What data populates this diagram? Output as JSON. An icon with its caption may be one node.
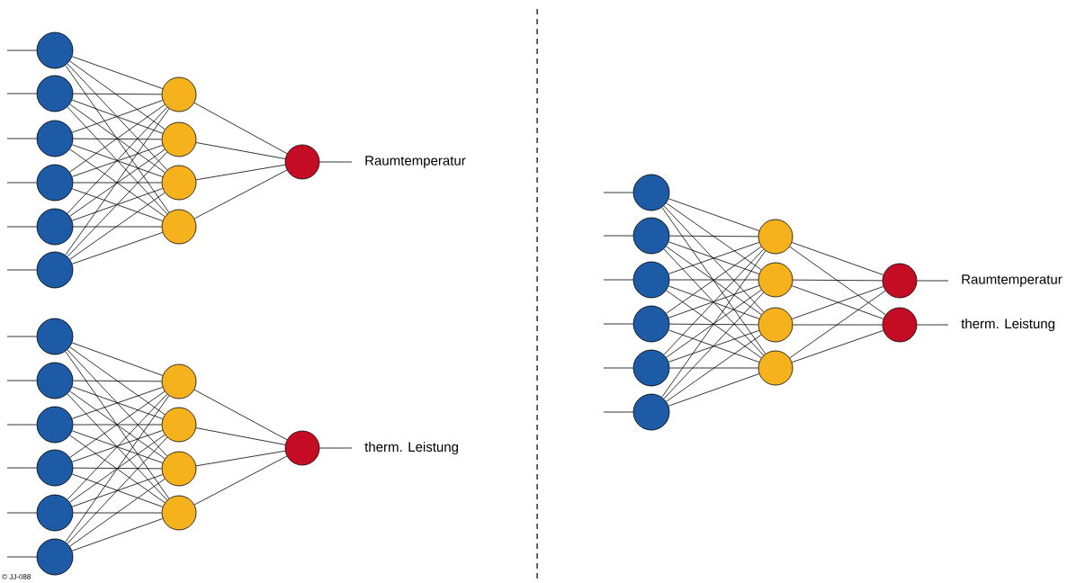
{
  "diagram": {
    "nodes": [
      {
        "text": [],
        "shape": "circle"
      },
      {
        "text": [],
        "shape": "circle"
      },
      {
        "text": [],
        "shape": "circle"
      },
      {
        "text": [],
        "shape": "circle"
      },
      {
        "text": [],
        "shape": "circle"
      },
      {
        "text": [],
        "shape": "circle"
      },
      {
        "text": [],
        "shape": "circle"
      },
      {
        "text": [],
        "shape": "circle"
      },
      {
        "text": [],
        "shape": "circle"
      },
      {
        "text": [],
        "shape": "circle"
      },
      {
        "text": [],
        "shape": "circle"
      },
      {
        "text": [
          "Raumtemperatur"
        ]
      },
      {
        "text": [],
        "shape": "circle"
      },
      {
        "text": [],
        "shape": "circle"
      },
      {
        "text": [],
        "shape": "circle"
      },
      {
        "text": [],
        "shape": "circle"
      },
      {
        "text": [],
        "shape": "circle"
      },
      {
        "text": [],
        "shape": "circle"
      },
      {
        "text": [],
        "shape": "circle"
      },
      {
        "text": [],
        "shape": "circle"
      },
      {
        "text": [],
        "shape": "circle"
      },
      {
        "text": [],
        "shape": "circle"
      },
      {
        "text": [],
        "shape": "circle"
      },
      {
        "text": [
          "therm. Leistung"
        ]
      },
      {
        "text": [],
        "shape": "circle"
      },
      {
        "text": [],
        "shape": "circle"
      },
      {
        "text": [],
        "shape": "circle"
      },
      {
        "text": [],
        "shape": "circle"
      },
      {
        "text": [],
        "shape": "circle"
      },
      {
        "text": [],
        "shape": "circle"
      },
      {
        "text": [],
        "shape": "circle"
      },
      {
        "text": [],
        "shape": "circle"
      },
      {
        "text": [],
        "shape": "circle"
      },
      {
        "text": [],
        "shape": "circle"
      },
      {
        "text": [],
        "shape": "circle"
      },
      {
        "text": [],
        "shape": "circle"
      },
      {
        "text": [
          "Raumtemperatur"
        ]
      },
      {
        "text": [
          "therm. Leistung"
        ]
      }
    ],
    "edges": [
      {
        "from": null,
        "to": 0,
        "arrow": "none"
      },
      {
        "from": null,
        "to": 1,
        "arrow": "none"
      },
      {
        "from": null,
        "to": 2,
        "arrow": "none"
      },
      {
        "from": null,
        "to": 3,
        "arrow": "none"
      },
      {
        "from": null,
        "to": 4,
        "arrow": "none"
      },
      {
        "from": null,
        "to": 5,
        "arrow": "none"
      },
      {
        "from": 0,
        "to": 6,
        "arrow": "none"
      },
      {
        "from": 0,
        "to": 7,
        "arrow": "none"
      },
      {
        "from": 0,
        "to": 8,
        "arrow": "none"
      },
      {
        "from": 0,
        "to": 9,
        "arrow": "none"
      },
      {
        "from": 1,
        "to": 6,
        "arrow": "none"
      },
      {
        "from": 1,
        "to": 7,
        "arrow": "none"
      },
      {
        "from": 1,
        "to": 8,
        "arrow": "none"
      },
      {
        "from": 1,
        "to": 9,
        "arrow": "none"
      },
      {
        "from": 2,
        "to": 6,
        "arrow": "none"
      },
      {
        "from": 2,
        "to": 7,
        "arrow": "none"
      },
      {
        "from": 2,
        "to": 8,
        "arrow": "none"
      },
      {
        "from": 2,
        "to": 9,
        "arrow": "none"
      },
      {
        "from": 3,
        "to": 6,
        "arrow": "none"
      },
      {
        "from": 3,
        "to": 7,
        "arrow": "none"
      },
      {
        "from": 3,
        "to": 8,
        "arrow": "none"
      },
      {
        "from": 3,
        "to": 9,
        "arrow": "none"
      },
      {
        "from": 4,
        "to": 6,
        "arrow": "none"
      },
      {
        "from": 4,
        "to": 7,
        "arrow": "none"
      },
      {
        "from": 4,
        "to": 8,
        "arrow": "none"
      },
      {
        "from": 4,
        "to": 9,
        "arrow": "none"
      },
      {
        "from": 5,
        "to": 6,
        "arrow": "none"
      },
      {
        "from": 5,
        "to": 7,
        "arrow": "none"
      },
      {
        "from": 5,
        "to": 8,
        "arrow": "none"
      },
      {
        "from": 5,
        "to": 9,
        "arrow": "none"
      },
      {
        "from": 6,
        "to": 10,
        "arrow": "none"
      },
      {
        "from": 7,
        "to": 10,
        "arrow": "none"
      },
      {
        "from": 8,
        "to": 10,
        "arrow": "none"
      },
      {
        "from": 9,
        "to": 10,
        "arrow": "none"
      },
      {
        "from": 10,
        "to": 11,
        "arrow": "none"
      },
      {
        "from": null,
        "to": 12,
        "arrow": "none"
      },
      {
        "from": null,
        "to": 13,
        "arrow": "none"
      },
      {
        "from": null,
        "to": 14,
        "arrow": "none"
      },
      {
        "from": null,
        "to": 15,
        "arrow": "none"
      },
      {
        "from": null,
        "to": 16,
        "arrow": "none"
      },
      {
        "from": null,
        "to": 17,
        "arrow": "none"
      },
      {
        "from": 12,
        "to": 18,
        "arrow": "none"
      },
      {
        "from": 12,
        "to": 19,
        "arrow": "none"
      },
      {
        "from": 12,
        "to": 20,
        "arrow": "none"
      },
      {
        "from": 12,
        "to": 21,
        "arrow": "none"
      },
      {
        "from": 13,
        "to": 18,
        "arrow": "none"
      },
      {
        "from": 13,
        "to": 19,
        "arrow": "none"
      },
      {
        "from": 13,
        "to": 20,
        "arrow": "none"
      },
      {
        "from": 13,
        "to": 21,
        "arrow": "none"
      },
      {
        "from": 14,
        "to": 18,
        "arrow": "none"
      },
      {
        "from": 14,
        "to": 19,
        "arrow": "none"
      },
      {
        "from": 14,
        "to": 20,
        "arrow": "none"
      },
      {
        "from": 14,
        "to": 21,
        "arrow": "none"
      },
      {
        "from": 15,
        "to": 18,
        "arrow": "none"
      },
      {
        "from": 15,
        "to": 19,
        "arrow": "none"
      },
      {
        "from": 15,
        "to": 20,
        "arrow": "none"
      },
      {
        "from": 15,
        "to": 21,
        "arrow": "none"
      },
      {
        "from": 16,
        "to": 18,
        "arrow": "none"
      },
      {
        "from": 16,
        "to": 19,
        "arrow": "none"
      },
      {
        "from": 16,
        "to": 20,
        "arrow": "none"
      },
      {
        "from": 16,
        "to": 21,
        "arrow": "none"
      },
      {
        "from": 17,
        "to": 18,
        "arrow": "none"
      },
      {
        "from": 17,
        "to": 19,
        "arrow": "none"
      },
      {
        "from": 17,
        "to": 20,
        "arrow": "none"
      },
      {
        "from": 17,
        "to": 21,
        "arrow": "none"
      },
      {
        "from": 18,
        "to": 22,
        "arrow": "none"
      },
      {
        "from": 19,
        "to": 22,
        "arrow": "none"
      },
      {
        "from": 20,
        "to": 22,
        "arrow": "none"
      },
      {
        "from": 21,
        "to": 22,
        "arrow": "none"
      },
      {
        "from": 22,
        "to": 23,
        "arrow": "none"
      },
      {
        "from": null,
        "to": 24,
        "arrow": "none"
      },
      {
        "from": null,
        "to": 25,
        "arrow": "none"
      },
      {
        "from": null,
        "to": 26,
        "arrow": "none"
      },
      {
        "from": null,
        "to": 27,
        "arrow": "none"
      },
      {
        "from": null,
        "to": 28,
        "arrow": "none"
      },
      {
        "from": null,
        "to": 29,
        "arrow": "none"
      },
      {
        "from": 24,
        "to": 30,
        "arrow": "none"
      },
      {
        "from": 24,
        "to": 31,
        "arrow": "none"
      },
      {
        "from": 24,
        "to": 32,
        "arrow": "none"
      },
      {
        "from": 24,
        "to": 33,
        "arrow": "none"
      },
      {
        "from": 25,
        "to": 30,
        "arrow": "none"
      },
      {
        "from": 25,
        "to": 31,
        "arrow": "none"
      },
      {
        "from": 25,
        "to": 32,
        "arrow": "none"
      },
      {
        "from": 25,
        "to": 33,
        "arrow": "none"
      },
      {
        "from": 26,
        "to": 30,
        "arrow": "none"
      },
      {
        "from": 26,
        "to": 31,
        "arrow": "none"
      },
      {
        "from": 26,
        "to": 32,
        "arrow": "none"
      },
      {
        "from": 26,
        "to": 33,
        "arrow": "none"
      },
      {
        "from": 27,
        "to": 30,
        "arrow": "none"
      },
      {
        "from": 27,
        "to": 31,
        "arrow": "none"
      },
      {
        "from": 27,
        "to": 32,
        "arrow": "none"
      },
      {
        "from": 27,
        "to": 33,
        "arrow": "none"
      },
      {
        "from": 28,
        "to": 30,
        "arrow": "none"
      },
      {
        "from": 28,
        "to": 31,
        "arrow": "none"
      },
      {
        "from": 28,
        "to": 32,
        "arrow": "none"
      },
      {
        "from": 28,
        "to": 33,
        "arrow": "none"
      },
      {
        "from": 29,
        "to": 30,
        "arrow": "none"
      },
      {
        "from": 29,
        "to": 31,
        "arrow": "none"
      },
      {
        "from": 29,
        "to": 32,
        "arrow": "none"
      },
      {
        "from": 29,
        "to": 33,
        "arrow": "none"
      },
      {
        "from": 30,
        "to": 34,
        "arrow": "none"
      },
      {
        "from": 30,
        "to": 35,
        "arrow": "none"
      },
      {
        "from": 31,
        "to": 34,
        "arrow": "none"
      },
      {
        "from": 31,
        "to": 35,
        "arrow": "none"
      },
      {
        "from": 32,
        "to": 34,
        "arrow": "none"
      },
      {
        "from": 32,
        "to": 35,
        "arrow": "none"
      },
      {
        "from": 33,
        "to": 34,
        "arrow": "none"
      },
      {
        "from": 33,
        "to": 35,
        "arrow": "none"
      },
      {
        "from": 34,
        "to": 36,
        "arrow": "none"
      },
      {
        "from": 35,
        "to": 37,
        "arrow": "none"
      }
    ],
    "labels": [
      "© JJ-088"
    ]
  }
}
